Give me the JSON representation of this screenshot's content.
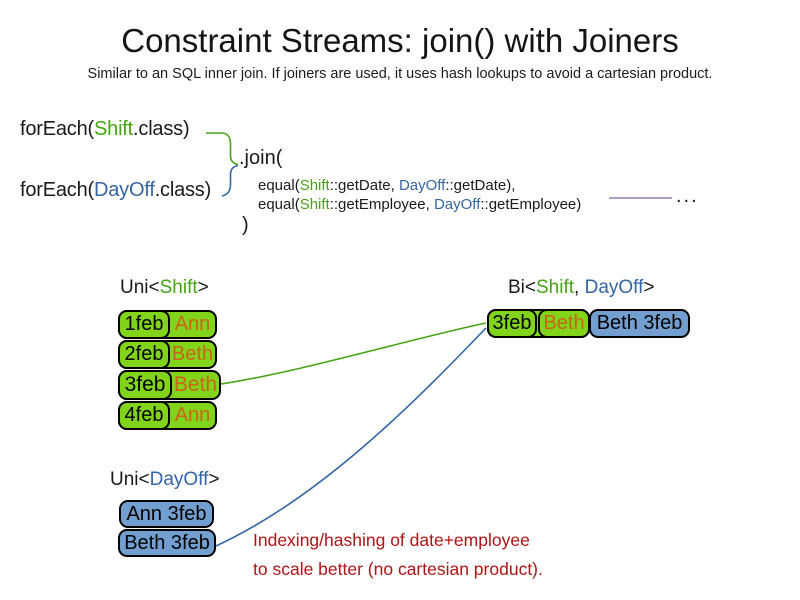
{
  "title": "Constraint Streams: join() with Joiners",
  "subtitle": "Similar to an SQL inner join. If joiners are used, it uses hash lookups to avoid a cartesian product.",
  "code": {
    "foreach_shift": {
      "prefix": "forEach(",
      "class_name": "Shift",
      "suffix": ".class)"
    },
    "foreach_dayoff": {
      "prefix": "forEach(",
      "class_name": "DayOff",
      "suffix": ".class)"
    },
    "join_open": ".join(",
    "joiner_date": {
      "prefix": "equal(",
      "left_class": "Shift",
      "left_rest": "::getDate, ",
      "right_class": "DayOff",
      "right_rest": "::getDate),"
    },
    "joiner_employee": {
      "prefix": "equal(",
      "left_class": "Shift",
      "left_rest": "::getEmployee, ",
      "right_class": "DayOff",
      "right_rest": "::getEmployee)"
    },
    "join_close": ")",
    "ellipsis": "..."
  },
  "uni_shift": {
    "label": {
      "prefix": "Uni<",
      "type": "Shift",
      "suffix": ">"
    },
    "rows": [
      {
        "date": "1feb",
        "employee": "Ann"
      },
      {
        "date": "2feb",
        "employee": "Beth"
      },
      {
        "date": "3feb",
        "employee": "Beth"
      },
      {
        "date": "4feb",
        "employee": "Ann"
      }
    ]
  },
  "bi": {
    "label": {
      "prefix": "Bi<",
      "type1": "Shift",
      "separator": ", ",
      "type2": "DayOff",
      "suffix": ">"
    },
    "shift_tuple": {
      "date": "3feb",
      "employee": "Beth"
    },
    "dayoff_tuple": "Beth 3feb"
  },
  "uni_dayoff": {
    "label": {
      "prefix": "Uni<",
      "type": "DayOff",
      "suffix": ">"
    },
    "rows": [
      "Ann 3feb",
      "Beth 3feb"
    ]
  },
  "note": {
    "line1": "Indexing/hashing of date+employee",
    "line2": "to scale better (no cartesian product)."
  },
  "colors": {
    "shift_green": "#46A414",
    "dayoff_blue": "#3465A4",
    "employee_orange": "#CC6318",
    "box_green_fill": "#81D41A",
    "box_blue_fill": "#729FCF",
    "note_red": "#B01414",
    "connector_purple": "#8064A2"
  }
}
